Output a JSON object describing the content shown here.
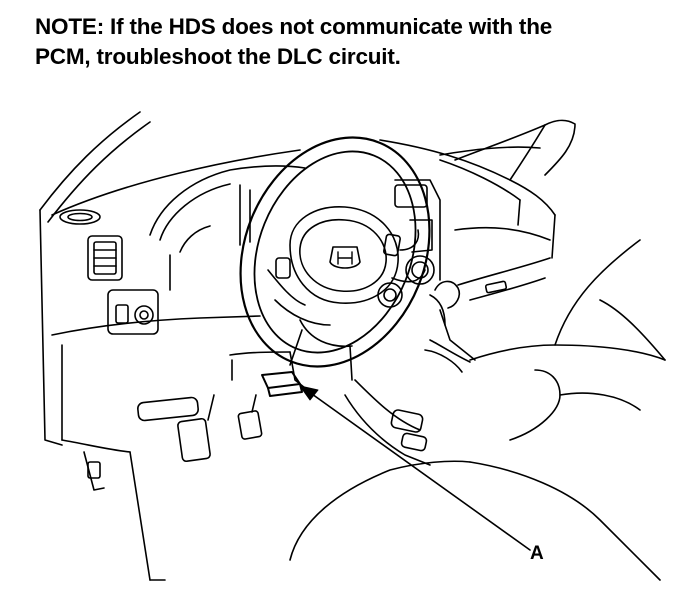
{
  "note": {
    "line1": "NOTE: If the HDS does not communicate with the",
    "line2": "PCM, troubleshoot the DLC circuit."
  },
  "callout": {
    "label": "A"
  },
  "colors": {
    "ink": "#000000",
    "paper": "#ffffff"
  },
  "icons": {
    "emblem": "honda-emblem-icon"
  }
}
